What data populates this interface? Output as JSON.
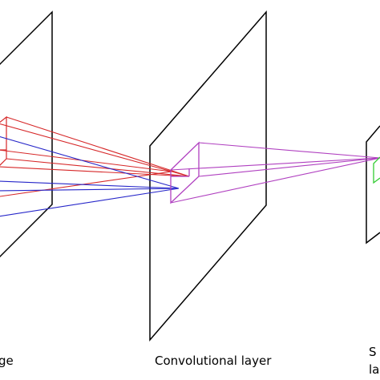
{
  "labels": {
    "input": "ge",
    "conv": "Convolutional layer",
    "sub_line1": "S",
    "sub_line2": "la"
  },
  "colors": {
    "plane": "#000000",
    "input_patch_red": "#d62728",
    "input_patch_blue": "#2626c9",
    "conv_patch": "#b040c0",
    "sub_patch": "#33cc33"
  }
}
